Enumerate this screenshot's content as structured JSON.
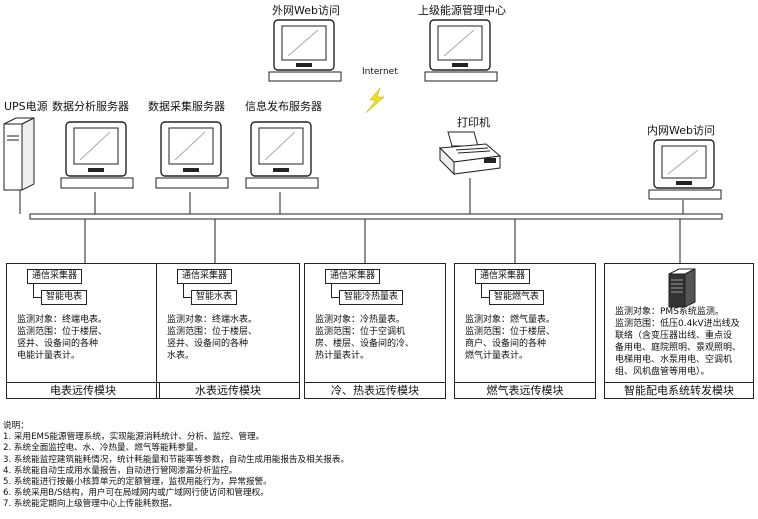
{
  "top": {
    "external_web": "外网Web访问",
    "upper_center": "上级能源管理中心",
    "internet": "Internet"
  },
  "servers": {
    "ups": "UPS电源",
    "analysis": "数据分析服务器",
    "collection": "数据采集服务器",
    "publish": "信息发布服务器",
    "printer": "打印机",
    "intranet": "内网Web访问"
  },
  "modules": [
    {
      "tag1": "通信采集器",
      "tag2": "智能电表",
      "lines": [
        "监测对象：终端电表。",
        "监测范围：位于楼层、",
        "竖井、设备间的各种",
        "电能计量表计。"
      ],
      "title": "电表远传模块"
    },
    {
      "tag1": "通信采集器",
      "tag2": "智能水表",
      "lines": [
        "监测对象：终端水表。",
        "监测范围：位于楼层、",
        "竖井、设备间的各种",
        "水表。"
      ],
      "title": "水表远传模块"
    },
    {
      "tag1": "通信采集器",
      "tag2": "智能冷热量表",
      "lines": [
        "监测对象：冷热量表。",
        "监测范围：位于空调机",
        "房、楼层、设备间的冷、",
        "热计量表计。"
      ],
      "title": "冷、热表远传模块"
    },
    {
      "tag1": "通信采集器",
      "tag2": "智能燃气表",
      "lines": [
        "监测对象：燃气量表。",
        "监测范围：位于楼层、",
        "商户、设备间的各种",
        "燃气计量表计。"
      ],
      "title": "燃气表远传模块"
    },
    {
      "tag1": "",
      "tag2": "",
      "lines": [
        "监测对象：PMS系统监测。",
        "监测范围：低压0.4kV进出线及",
        "联络（含变压器出线、重点设",
        "备用电、庭院照明、景观照明、",
        "电梯用电、水泵用电、空调机",
        "组、风机盘管等用电）。"
      ],
      "title": "智能配电系统转发模块"
    }
  ],
  "notes": {
    "heading": "说明：",
    "items": [
      "1. 采用EMS能源管理系统，实现能源消耗统计、分析、监控、管理。",
      "2. 系统全面监控电、水、冷热量、燃气等能耗参量。",
      "3. 系统能监控建筑能耗情况，统计耗能量和节能率等参数，自动生成用能报告及相关报表。",
      "4. 系统能自动生成用水量报告，自动进行管网渗漏分析监控。",
      "5. 系统能进行按最小核算单元的定额管理，监视用能行为，异常报警。",
      "6. 系统采用B/S结构，用户可在局域网内或广域网行使访问和管理权。",
      "7. 系统能定期向上级管理中心上传能耗数据。"
    ]
  }
}
